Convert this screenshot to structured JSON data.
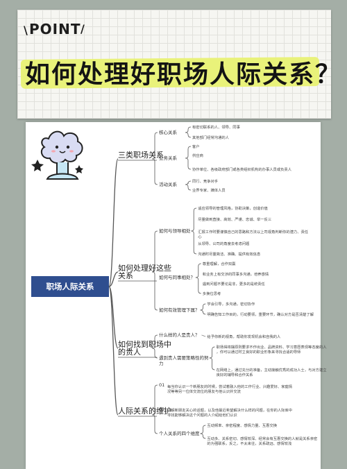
{
  "header": {
    "badge": "POINT",
    "title": "如何处理好职场人际关系？"
  },
  "mindmap": {
    "center": "职场人际关系",
    "branches": [
      {
        "label": "三类职场关系",
        "children": [
          {
            "label": "核心关系",
            "children": [
              "有密切联系的人、领导、同事",
              "其他部门经常沟通的人"
            ]
          },
          {
            "label": "业务关系",
            "children": [
              "客户",
              "供应商",
              "协作单位、各级政府部门或各类组织机构的办事人员或负责人"
            ]
          },
          {
            "label": "活动关系",
            "children": [
              "同行、竞争对手",
              "业界专家、媒体人员"
            ]
          }
        ]
      },
      {
        "label": "如何处理好这些关系",
        "children": [
          {
            "label": "如何与领导相处",
            "children": [
              "适应领导的管理风格，协助决策，创造价值",
              "尽量做到直接、高效、严谨、忠诚、举一反三",
              "汇报工作时要谨慎自己的思路和方法以上司视角判断你的潜力、责任心",
              "从领导、公司的角度去考虑问题",
              "沟通时尽量简洁、准确、提供有效信息"
            ]
          },
          {
            "label": "如何与同事相处？",
            "children": [
              "尊重理解，合作双赢",
              "和业务上有交涉的同事多沟通，培养感情",
              "遇到问题不要论是非，更多的是统责任",
              "多换位思考"
            ]
          },
          {
            "label": "如何有效管理下属？",
            "children": [
              "学会引导，多沟通，密切协作",
              "明确告知工作目的，行动要领，重要环节，确认对方是否清楚了解"
            ]
          }
        ]
      },
      {
        "label": "如何找到职场中的贵人",
        "children": [
          {
            "label": "什么样的人是贵人？",
            "children": [
              "给予你新的视角，帮助你发现机会和自我的人"
            ]
          },
          {
            "label": "遇到贵人需要策略性的努力",
            "children": [
              "职场得将摆原则要求不作出业、品牌资料、学习意愿表现等态度的人，你可以通过时立良好的职业形象来寻找合适的导师",
              "在网络上，通过充分的准备，主动接触优秀的成功人士，与对方建立良好的辅导和合作关系"
            ]
          }
        ]
      },
      {
        "label": "人际关系的维护",
        "children": [
          {
            "label": "01",
            "children": [
              "每当你认识一个新朋友的时候，尝试着融入他的工作行业、兴趣爱好、家庭情况等等另一位体交流位的朋友与他认识并交流"
            ]
          },
          {
            "label": "02",
            "children": [
              "了解新朋友关心的话题，以及他最近希望解决什么样的问题，在你的人际库中寻找能够解决这个问题的人介绍给他们认识"
            ]
          },
          {
            "label": "个人关系的四个维度",
            "children": [
              "互动频率、亲密程度、感情力量、互惠交换",
              "互动多、关系密切、感情较深、经常会有互惠交换的人就是关系亲密的为强联系，反之，不太来往，关系疏远、感情较浅"
            ]
          }
        ]
      }
    ]
  },
  "colors": {
    "bg": "#a4aea6",
    "center": "#2f4e8f",
    "line": "#555555",
    "highlight": "#e9f27a"
  }
}
